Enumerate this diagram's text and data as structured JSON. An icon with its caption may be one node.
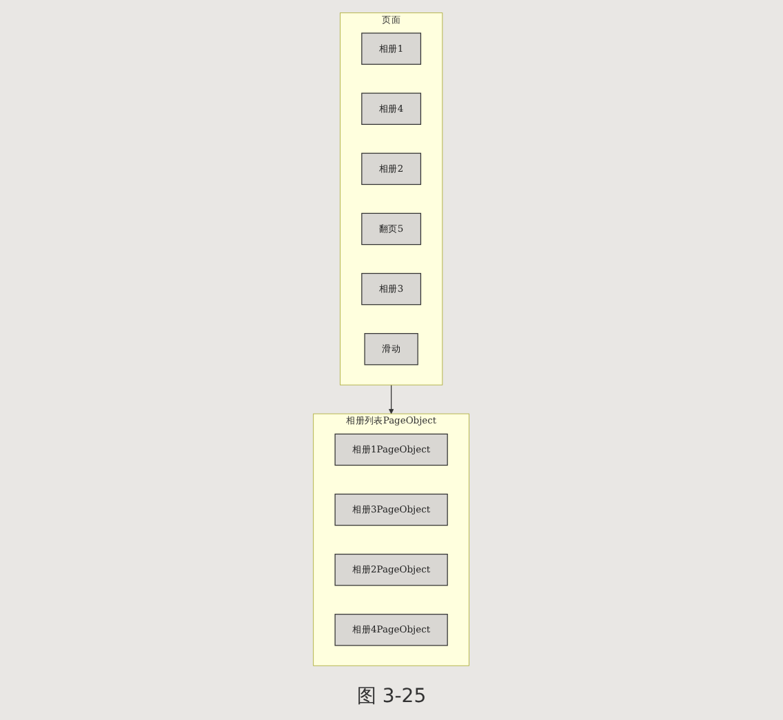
{
  "diagram": {
    "caption": "图 3-25",
    "nodes": [
      {
        "text": [
          "页面"
        ]
      },
      {
        "text": [
          "相册1"
        ],
        "in": 0
      },
      {
        "text": [
          "相册4"
        ],
        "in": 0
      },
      {
        "text": [
          "相册2"
        ],
        "in": 0
      },
      {
        "text": [
          "翻页5"
        ],
        "in": 0
      },
      {
        "text": [
          "相册3"
        ],
        "in": 0
      },
      {
        "text": [
          "滑动"
        ],
        "in": 0
      },
      {
        "text": [
          "相册列表PageObject"
        ]
      },
      {
        "text": [
          "相册1PageObject"
        ],
        "in": 7
      },
      {
        "text": [
          "相册3PageObject"
        ],
        "in": 7
      },
      {
        "text": [
          "相册2PageObject"
        ],
        "in": 7
      },
      {
        "text": [
          "相册4PageObject"
        ],
        "in": 7
      }
    ],
    "edges": [
      {
        "from": 0,
        "to": 7,
        "arrow": "to"
      }
    ]
  }
}
